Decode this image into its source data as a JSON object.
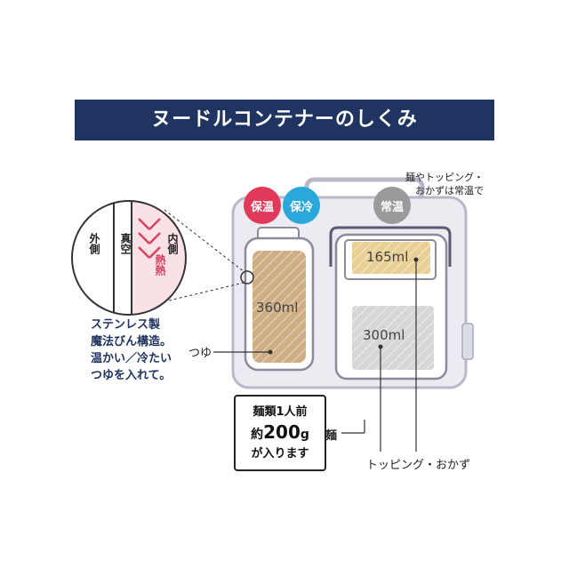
{
  "title": "ヌードルコンテナーのしくみ",
  "note_top": [
    "麺やトッピング・",
    "おかずは常温で"
  ],
  "badges": {
    "hot": "保温",
    "cold": "保冷",
    "room": "常温"
  },
  "zoom": {
    "outer": "外側",
    "vacuum": "真空",
    "inner": "内側",
    "heat": "熱熱"
  },
  "volumes": {
    "tsuyu": "360ml",
    "topping": "165ml",
    "men": "300ml"
  },
  "description": [
    "ステンレス製",
    "魔法びん構造。",
    "温かい／冷たい",
    "つゆを入れて。"
  ],
  "labels": {
    "tsuyu": "つゆ",
    "men": "麺",
    "topping": "トッピング・おかず"
  },
  "infobox": {
    "line1": "麺類1人前",
    "line2_prefix": "約",
    "line2_value": "200",
    "line2_unit": "g",
    "line3": "が入ります"
  },
  "colors": {
    "navy": "#1f3461",
    "hot": "#e0395a",
    "cold": "#2aa8dc",
    "room": "#9a9a9a",
    "tsuyu_fill": "#cfae86",
    "topping_fill": "#e8cf94",
    "men_fill": "#d6d6d6"
  }
}
